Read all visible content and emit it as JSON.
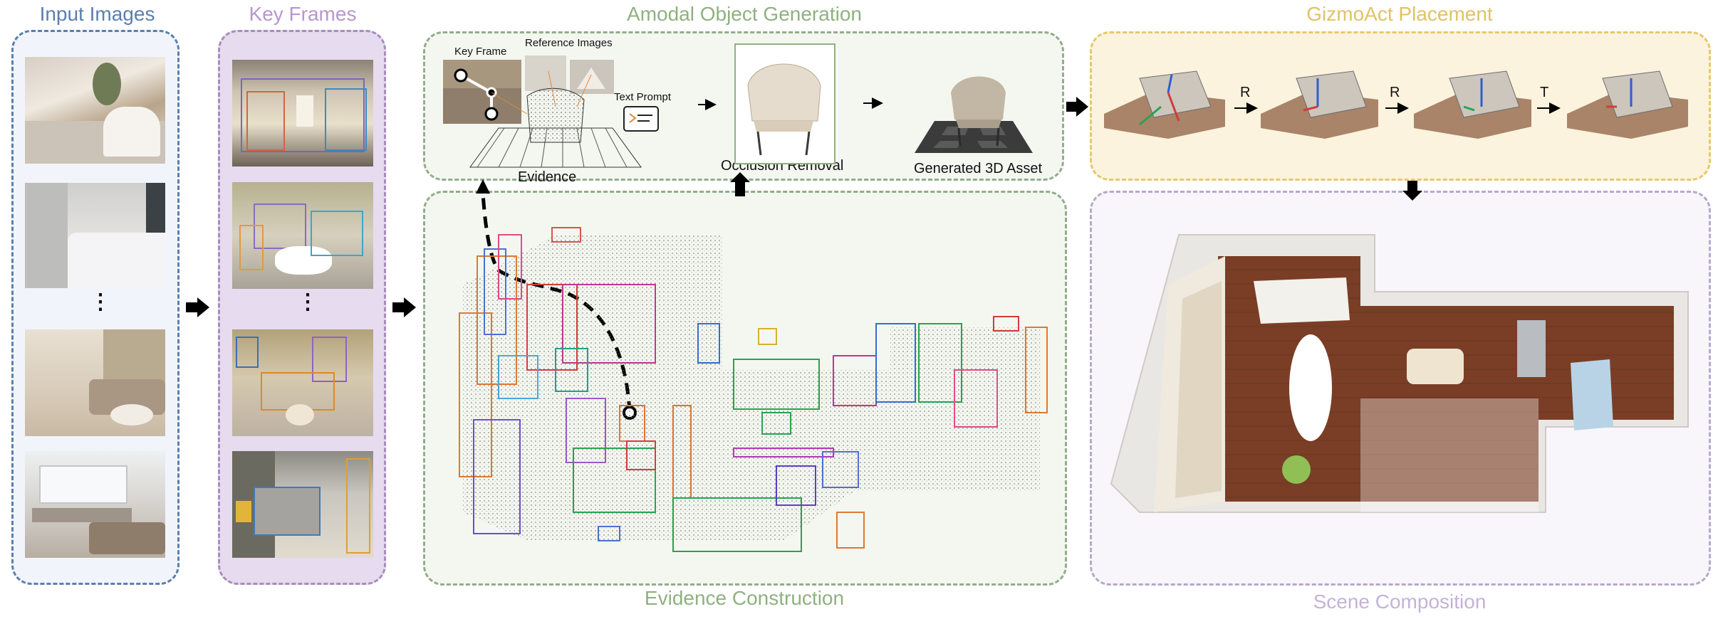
{
  "titles": {
    "input_images": "Input Images",
    "key_frames": "Key Frames",
    "amodal": "Amodal Object Generation",
    "gizmo": "GizmoAct Placement",
    "evidence_construction": "Evidence Construction",
    "scene_composition": "Scene Composition"
  },
  "amodal_labels": {
    "key_frame": "Key Frame",
    "reference_images": "Reference Images",
    "text_prompt": "Text Prompt",
    "evidence": "Evidence",
    "occlusion_removal": "Occlusion Removal",
    "generated_asset": "Generated 3D Asset"
  },
  "gizmo_ops": [
    "R",
    "R",
    "T"
  ],
  "ellipsis": "⋮",
  "colors": {
    "input_border": "#5b7fae",
    "input_fill": "#f1f5fb",
    "input_title": "#5b7fae",
    "key_border": "#a88cbf",
    "key_fill": "#e7dbef",
    "key_title": "#b796cf",
    "evidence_border": "#93ac8c",
    "evidence_fill": "#f4f7f0",
    "evidence_title": "#8fb17f",
    "gizmo_border": "#e6c86b",
    "gizmo_fill": "#fcf3de",
    "gizmo_title": "#e0c267",
    "scene_border": "#b7a8cb",
    "scene_fill": "#f8f6fb",
    "scene_title": "#c4b3d7"
  }
}
